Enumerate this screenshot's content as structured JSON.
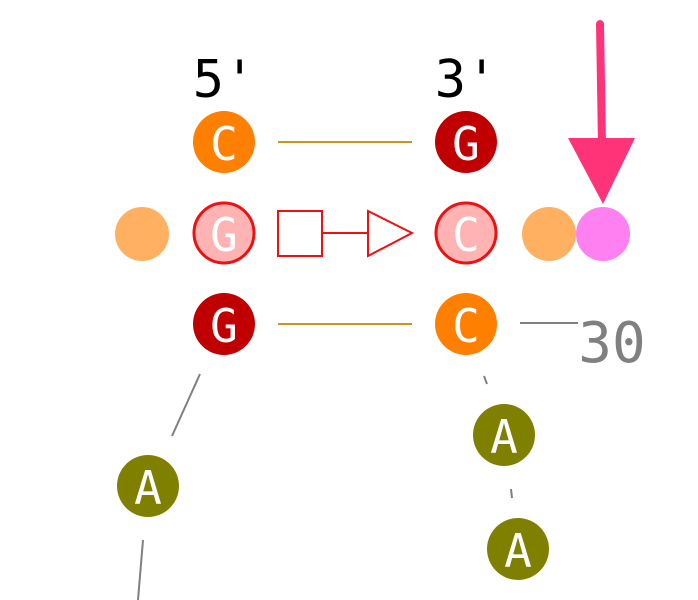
{
  "strand_labels": {
    "five_prime": "5'",
    "three_prime": "3'"
  },
  "position_label": "30",
  "nucleotides": {
    "left_top": {
      "letter": "C",
      "color": "#ff7f00"
    },
    "left_mid": {
      "letter": "G",
      "color": "#ffb3b3",
      "outline": "#ee1111"
    },
    "left_bottom": {
      "letter": "G",
      "color": "#c00000"
    },
    "right_top": {
      "letter": "G",
      "color": "#c00000"
    },
    "right_mid": {
      "letter": "C",
      "color": "#ffb3b3",
      "outline": "#ee1111"
    },
    "right_bottom": {
      "letter": "C",
      "color": "#ff7f00"
    },
    "loop_left": {
      "letter": "A",
      "color": "#808000"
    },
    "loop_right_1": {
      "letter": "A",
      "color": "#808000"
    },
    "loop_right_2": {
      "letter": "A",
      "color": "#808000"
    }
  },
  "colors": {
    "pair_line": "#c8961e",
    "noncanonical_symbol": "#ee1111",
    "backbone": "#808080",
    "orange_dot": "#ffb060",
    "pink_dot": "#ff80f0",
    "arrow": "#ff3377",
    "letter_light": "#ffffff"
  }
}
